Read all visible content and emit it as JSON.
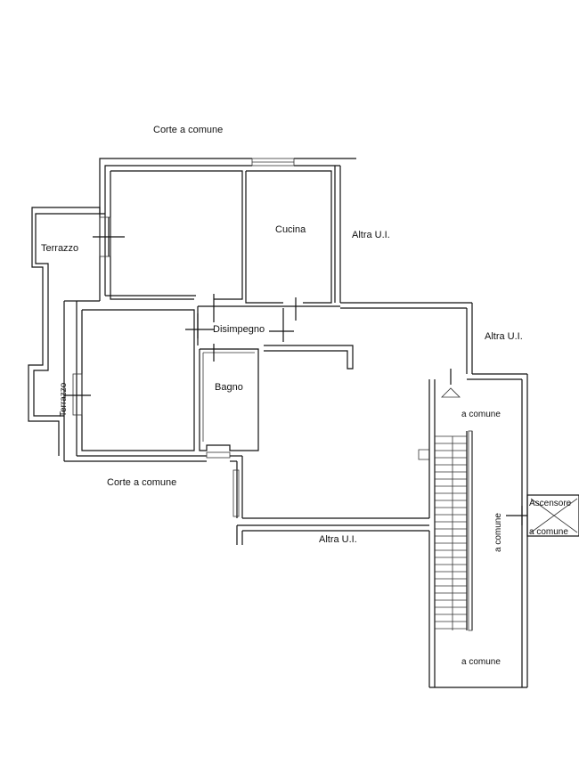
{
  "labels": {
    "corte_top": "Corte a comune",
    "corte_bottom": "Corte a comune",
    "terrazzo_top": "Terrazzo",
    "terrazzo_side": "Terrazzo",
    "cucina": "Cucina",
    "disimpegno": "Disimpegno",
    "bagno": "Bagno",
    "altra_ui_1": "Altra U.I.",
    "altra_ui_2": "Altra U.I.",
    "altra_ui_3": "Altra U.I.",
    "a_comune_top": "a comune",
    "a_comune_side": "a comune",
    "a_comune_bottom": "a comune",
    "ascensore": "Ascensore",
    "a_comune_lift": "a comune"
  }
}
